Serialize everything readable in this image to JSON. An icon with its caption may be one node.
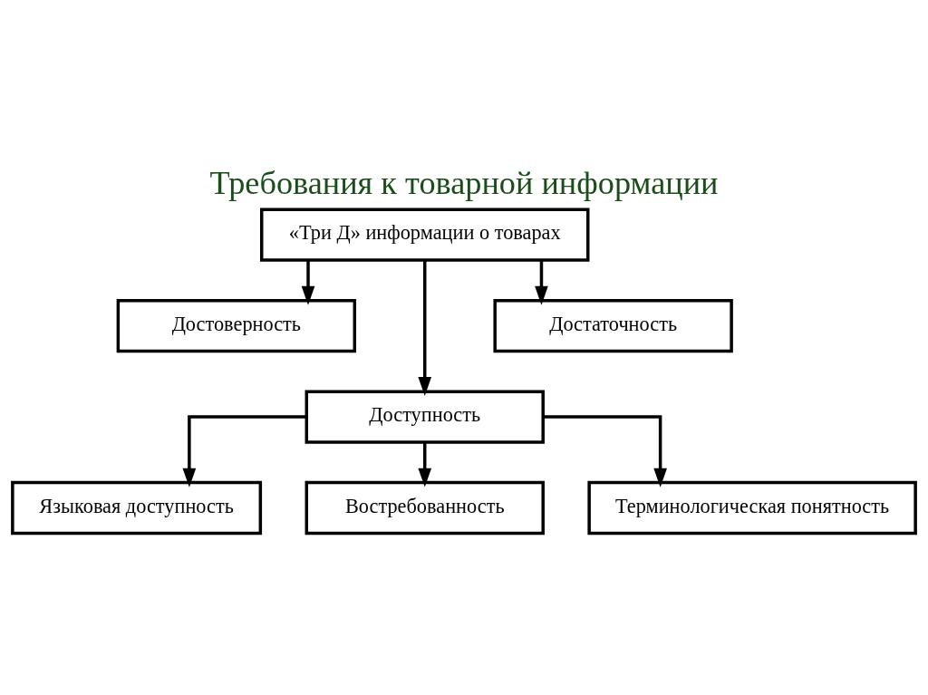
{
  "diagram": {
    "title": "Требования к товарной информации",
    "nodes": [
      {
        "text": [
          "«Три Д» информации о товарах"
        ]
      },
      {
        "text": [
          "Достоверность"
        ]
      },
      {
        "text": [
          "Достаточность"
        ]
      },
      {
        "text": [
          "Доступность"
        ]
      },
      {
        "text": [
          "Языковая доступность"
        ]
      },
      {
        "text": [
          "Востребованность"
        ]
      },
      {
        "text": [
          "Терминологическая понятность"
        ]
      }
    ],
    "edges": [
      {
        "from": 0,
        "to": 1,
        "arrow": "to"
      },
      {
        "from": 0,
        "to": 2,
        "arrow": "to"
      },
      {
        "from": 0,
        "to": 3,
        "arrow": "to"
      },
      {
        "from": 3,
        "to": 4,
        "arrow": "to"
      },
      {
        "from": 3,
        "to": 5,
        "arrow": "to"
      },
      {
        "from": 3,
        "to": 6,
        "arrow": "to"
      }
    ]
  }
}
